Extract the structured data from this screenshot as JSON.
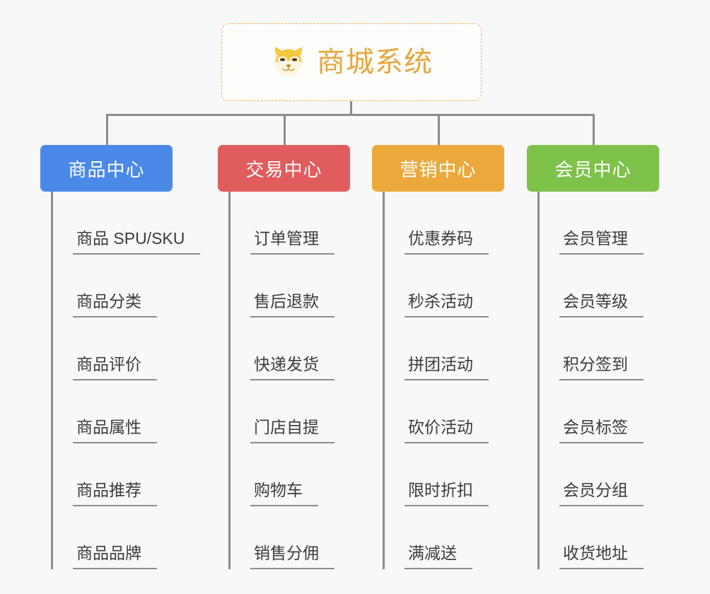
{
  "canvas": {
    "background": "#f8f8f8",
    "connector_color": "#8c8c8c"
  },
  "root": {
    "icon": "shiba-dog-face-icon",
    "title": "商城系统",
    "title_color": "#e5a73c",
    "border_color": "#e9b44c",
    "border_style": "dashed"
  },
  "branches": [
    {
      "label": "商品中心",
      "color": "#4a89e8",
      "items": [
        "商品 SPU/SKU",
        "商品分类",
        "商品评价",
        "商品属性",
        "商品推荐",
        "商品品牌"
      ]
    },
    {
      "label": "交易中心",
      "color": "#e15c5c",
      "items": [
        "订单管理",
        "售后退款",
        "快递发货",
        "门店自提",
        "购物车",
        "销售分佣"
      ]
    },
    {
      "label": "营销中心",
      "color": "#eba93c",
      "items": [
        "优惠券码",
        "秒杀活动",
        "拼团活动",
        "砍价活动",
        "限时折扣",
        "满减送"
      ]
    },
    {
      "label": "会员中心",
      "color": "#7ec24a",
      "items": [
        "会员管理",
        "会员等级",
        "积分签到",
        "会员标签",
        "会员分组",
        "收货地址"
      ]
    }
  ]
}
